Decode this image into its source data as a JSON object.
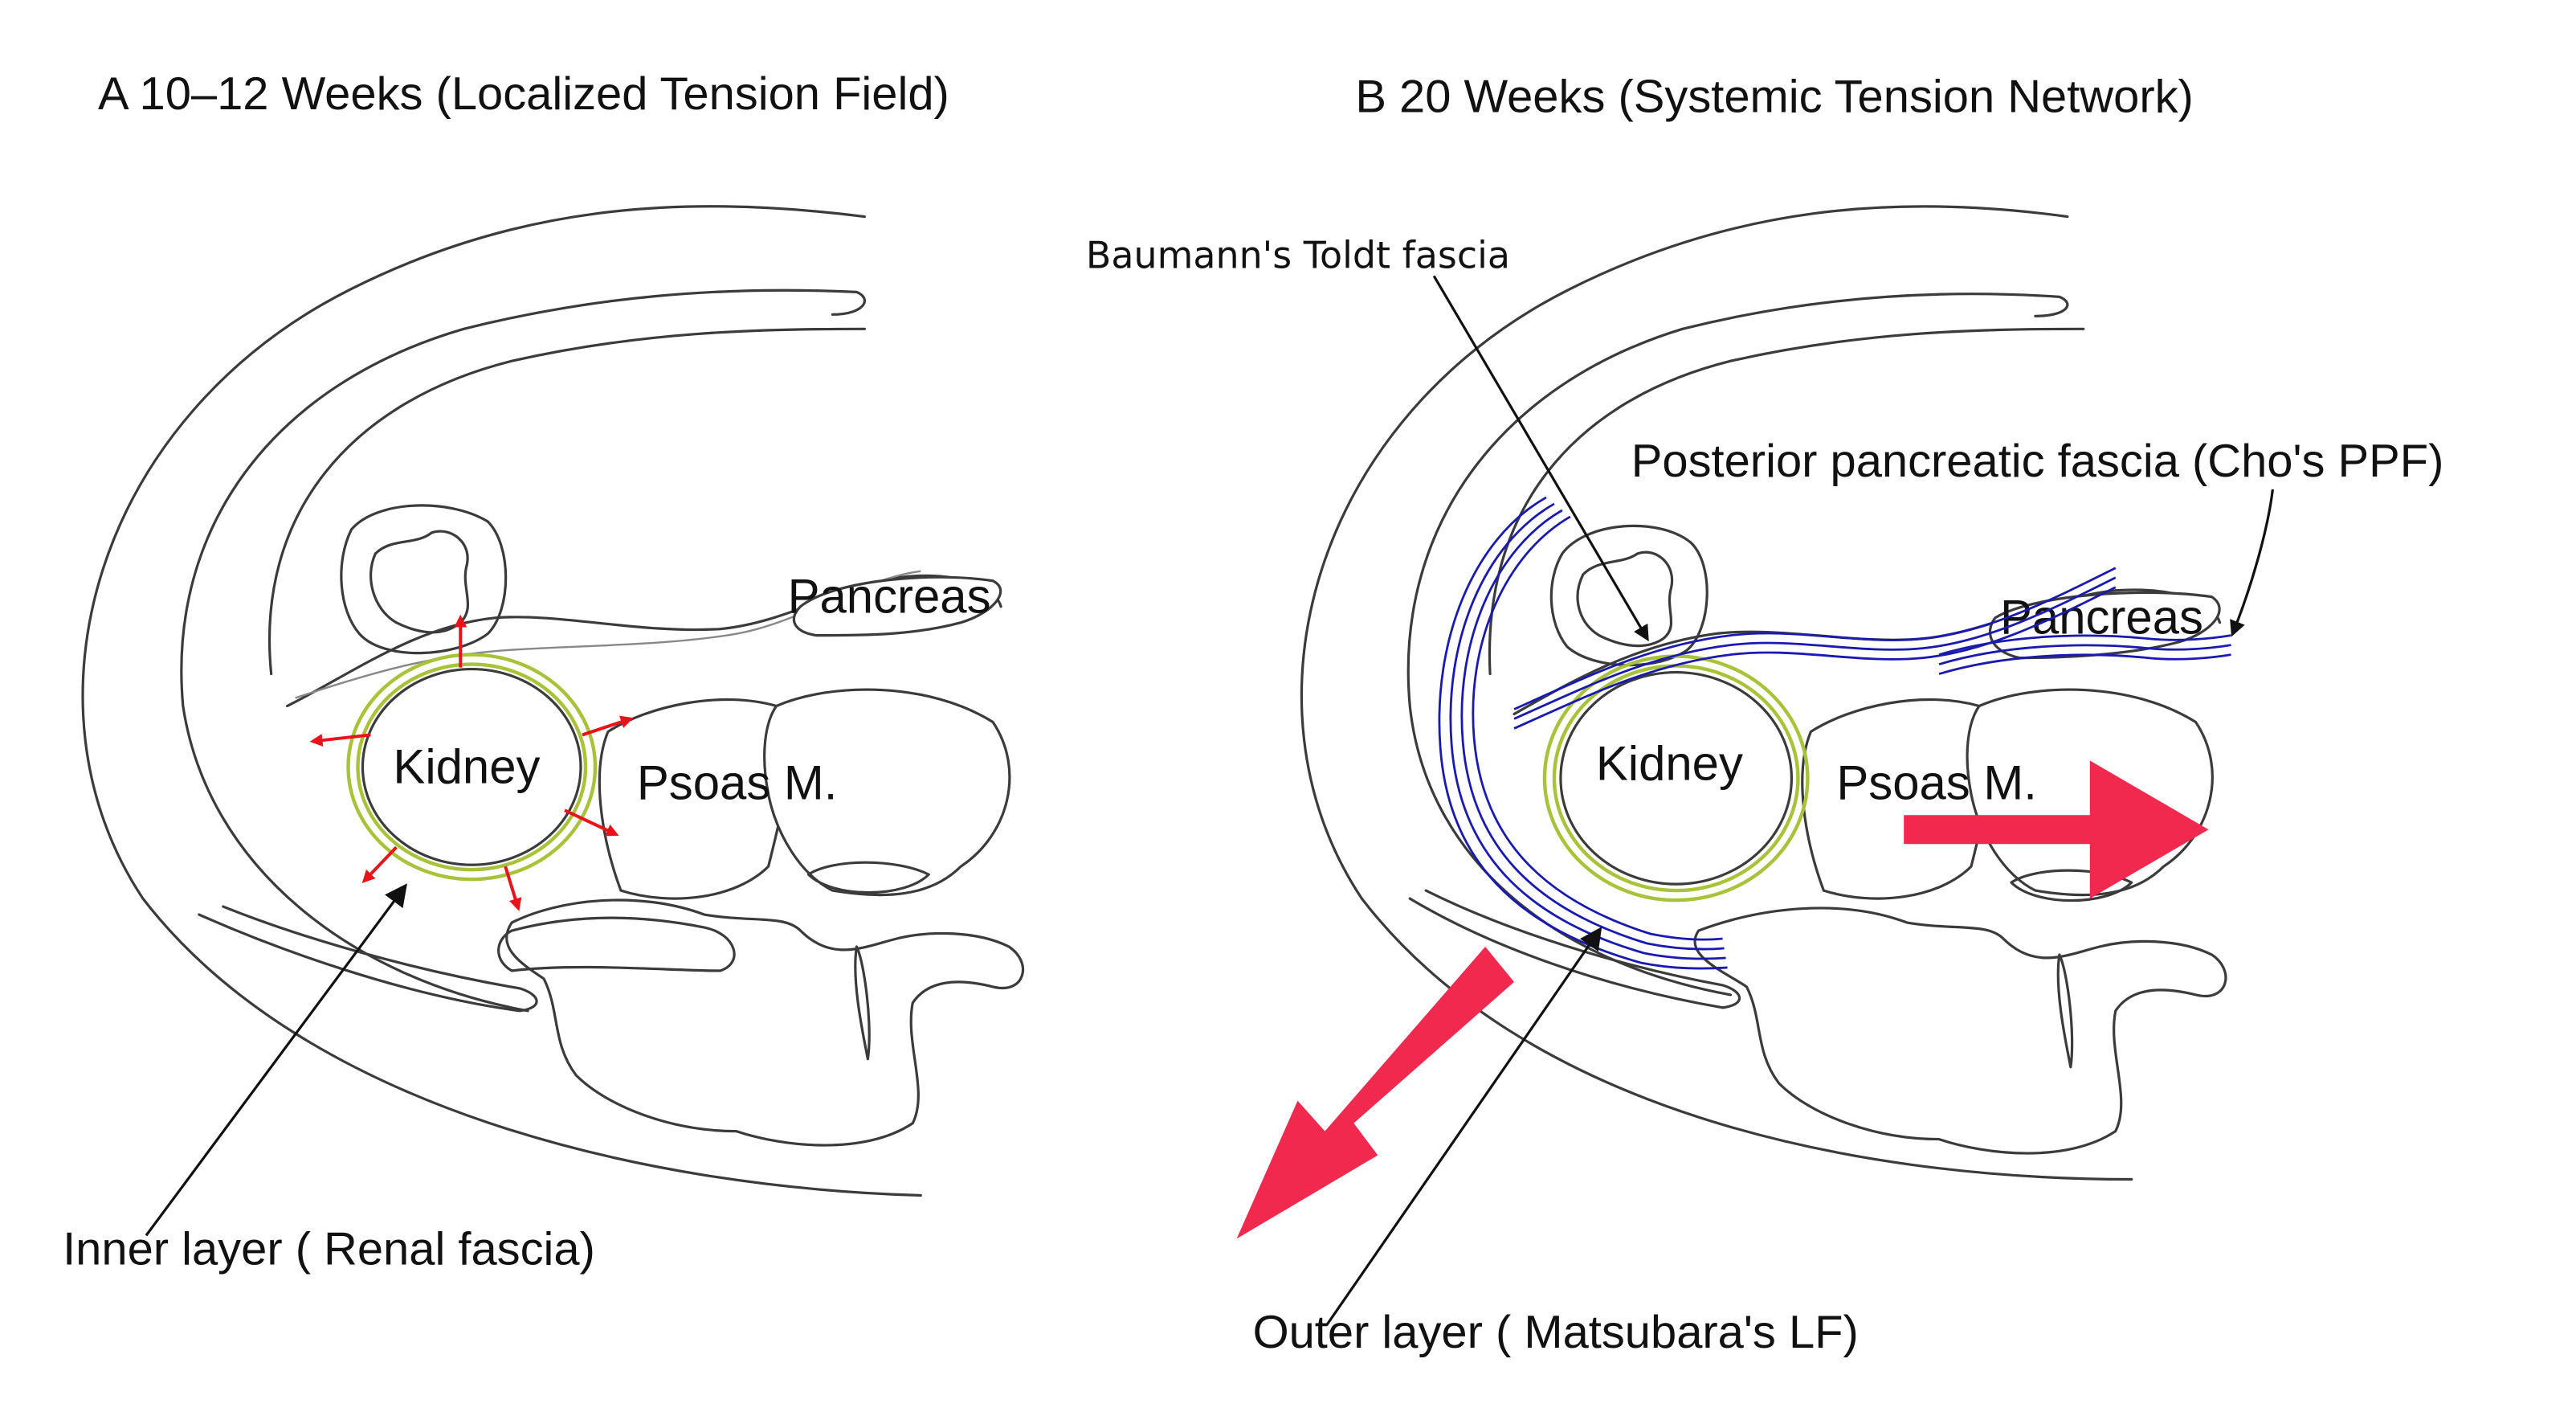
{
  "panel_a": {
    "title": "A   10–12 Weeks (Localized Tension Field)",
    "labels": {
      "pancreas": "Pancreas",
      "kidney": "Kidney",
      "psoas": "Psoas M.",
      "inner_layer": "Inner layer ( Renal fascia)"
    }
  },
  "panel_b": {
    "title": "B   20 Weeks (Systemic Tension Network)",
    "labels": {
      "toldt": "Baumann's Toldt fascia",
      "ppf": "Posterior pancreatic fascia (Cho's PPF)",
      "pancreas": "Pancreas",
      "kidney": "Kidney",
      "psoas": "Psoas M.",
      "outer_layer": "Outer layer ( Matsubara's LF)"
    }
  },
  "colors": {
    "outline": "#3b3b3b",
    "renal_fascia": "#a8c23a",
    "tension_arrows": "#e8141a",
    "fascia_blue": "#1a1ab0",
    "big_arrows": "#f2294f"
  }
}
